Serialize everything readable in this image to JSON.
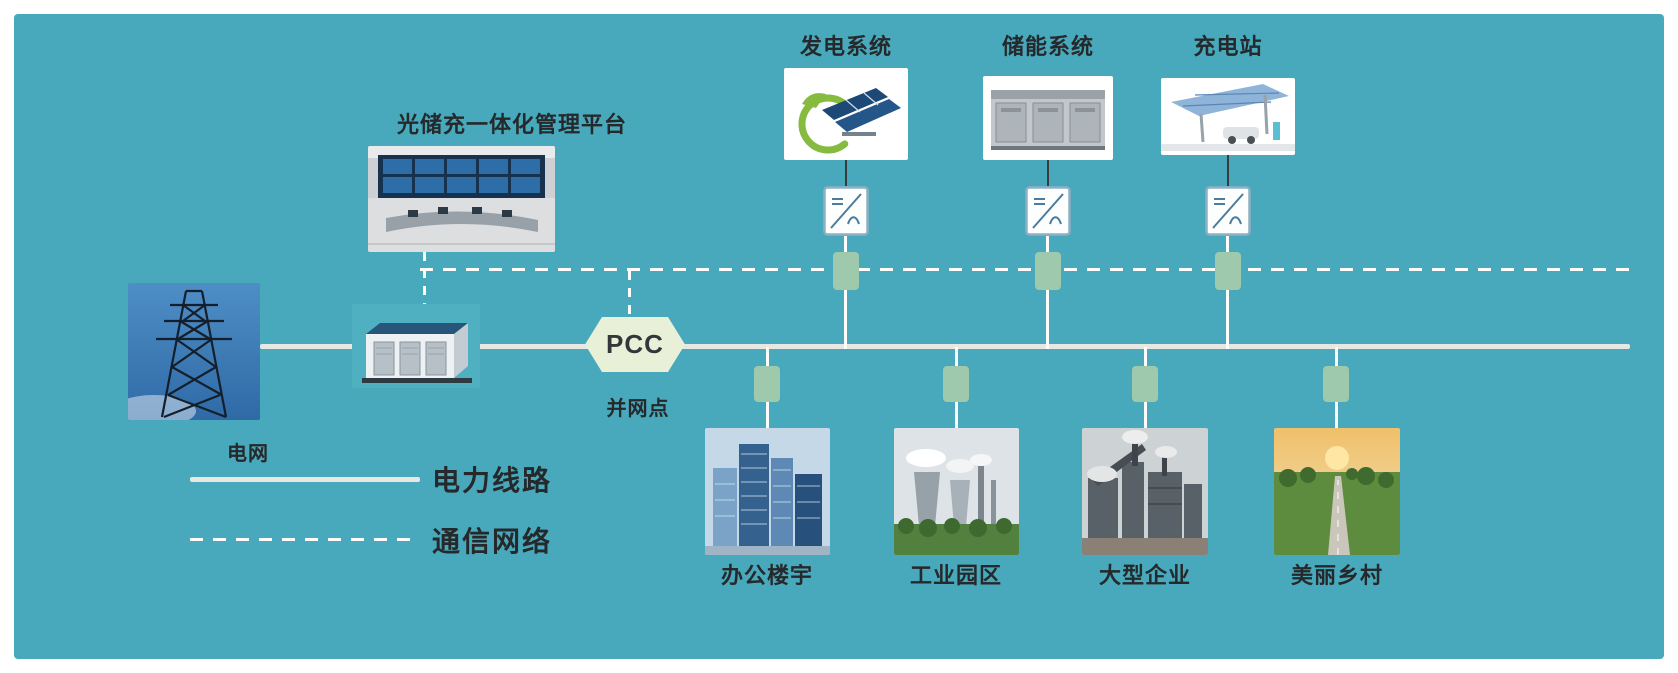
{
  "diagram": {
    "platform_label": "光储充一体化管理平台",
    "grid_label": "电网",
    "pcc": {
      "label": "PCC",
      "point_label": "并网点"
    },
    "sources": [
      {
        "id": "generation",
        "label": "发电系统"
      },
      {
        "id": "storage",
        "label": "储能系统"
      },
      {
        "id": "charging",
        "label": "充电站"
      }
    ],
    "loads": [
      {
        "id": "office-building",
        "label": "办公楼宇"
      },
      {
        "id": "industrial-park",
        "label": "工业园区"
      },
      {
        "id": "large-enterprise",
        "label": "大型企业"
      },
      {
        "id": "beautiful-village",
        "label": "美丽乡村"
      }
    ],
    "legend": {
      "power_line": "电力线路",
      "comm_network": "通信网络"
    },
    "icons": {
      "inverter": "dc-ac-inverter-icon",
      "coupling": "bus-coupling-block"
    },
    "colors": {
      "panel_bg": "#47a9bb",
      "power_line": "#e8e7e2",
      "comm_line": "#fdfdfb",
      "connector_block": "#9fc9ac",
      "pcc_bg": "#e9f0d8",
      "text": "#26292b"
    }
  }
}
